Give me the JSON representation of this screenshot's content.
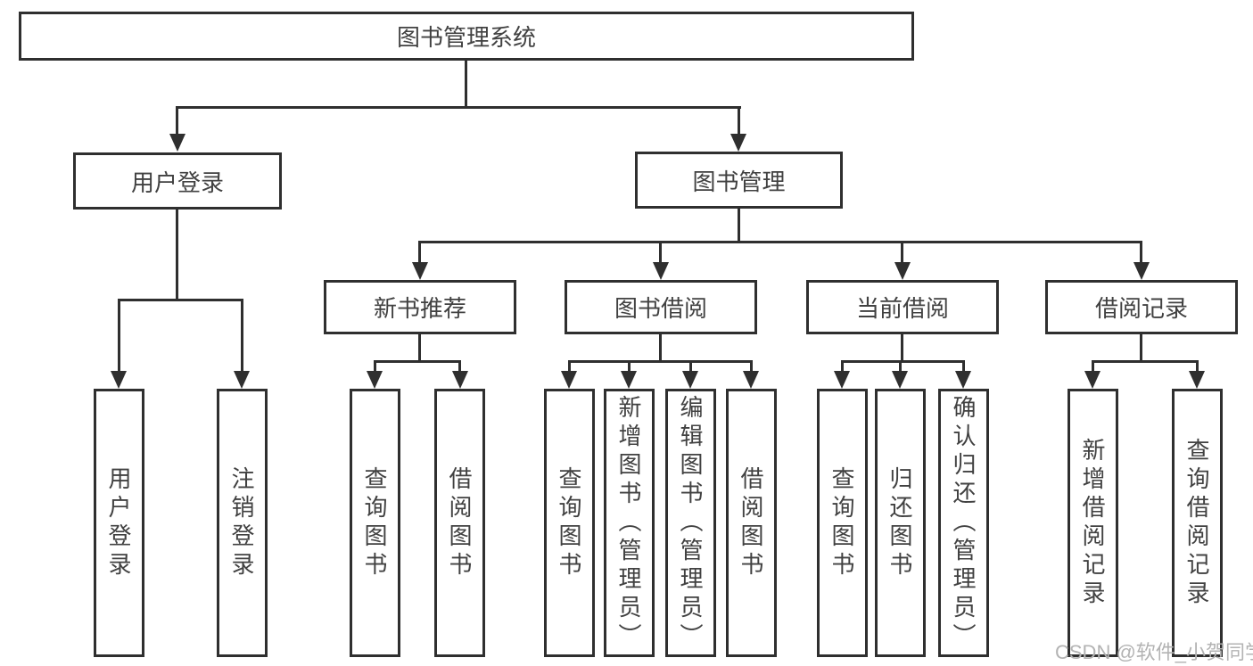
{
  "tree": {
    "label": "图书管理系统",
    "children": [
      {
        "label": "用户登录",
        "children": [
          {
            "label": "用户登录"
          },
          {
            "label": "注销登录"
          }
        ]
      },
      {
        "label": "图书管理",
        "children": [
          {
            "label": "新书推荐",
            "children": [
              {
                "label": "查询图书"
              },
              {
                "label": "借阅图书"
              }
            ]
          },
          {
            "label": "图书借阅",
            "children": [
              {
                "label": "查询图书"
              },
              {
                "label": "新增图书（管理员）"
              },
              {
                "label": "编辑图书（管理员）"
              },
              {
                "label": "借阅图书"
              }
            ]
          },
          {
            "label": "当前借阅",
            "children": [
              {
                "label": "查询图书"
              },
              {
                "label": "归还图书"
              },
              {
                "label": "确认归还（管理员）"
              }
            ]
          },
          {
            "label": "借阅记录",
            "children": [
              {
                "label": "新增借阅记录"
              },
              {
                "label": "查询借阅记录"
              }
            ]
          }
        ]
      }
    ]
  },
  "watermark": "CSDN @软件_小贺同学",
  "colors": {
    "line": "#2f2f2f",
    "text": "#414141",
    "watermark": "#b3b3b3",
    "background": "#ffffff"
  }
}
